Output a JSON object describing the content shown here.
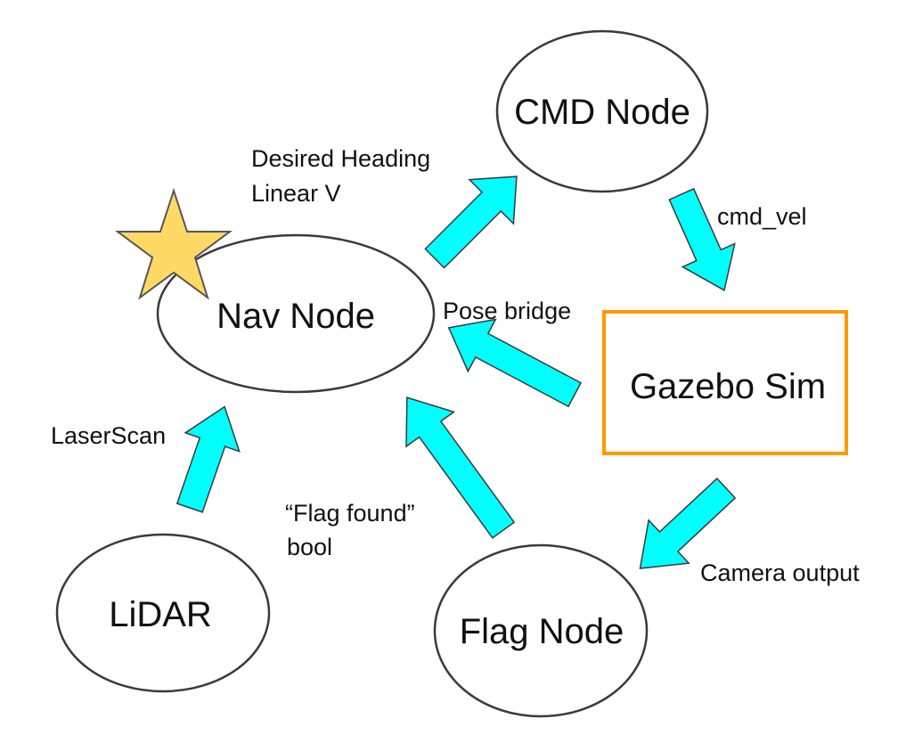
{
  "colors": {
    "arrow_fill": "#00ffff",
    "arrow_stroke": "#3a3a3a",
    "node_stroke": "#3a3a3a",
    "sim_box_stroke": "#ff9900",
    "star_fill": "#ffd966",
    "star_stroke": "#555555"
  },
  "nodes": {
    "cmd": "CMD Node",
    "nav": "Nav Node",
    "gazebo": "Gazebo Sim",
    "lidar": "LiDAR",
    "flag": "Flag Node"
  },
  "edges": {
    "nav_to_cmd": [
      "Desired Heading",
      "Linear V"
    ],
    "cmd_to_gazebo": "cmd_vel",
    "gazebo_to_nav": "Pose bridge",
    "lidar_to_nav": "LaserScan",
    "flag_to_nav": [
      "“Flag found”",
      "bool"
    ],
    "gazebo_to_flag": "Camera output"
  },
  "marker_icon": "star-icon"
}
